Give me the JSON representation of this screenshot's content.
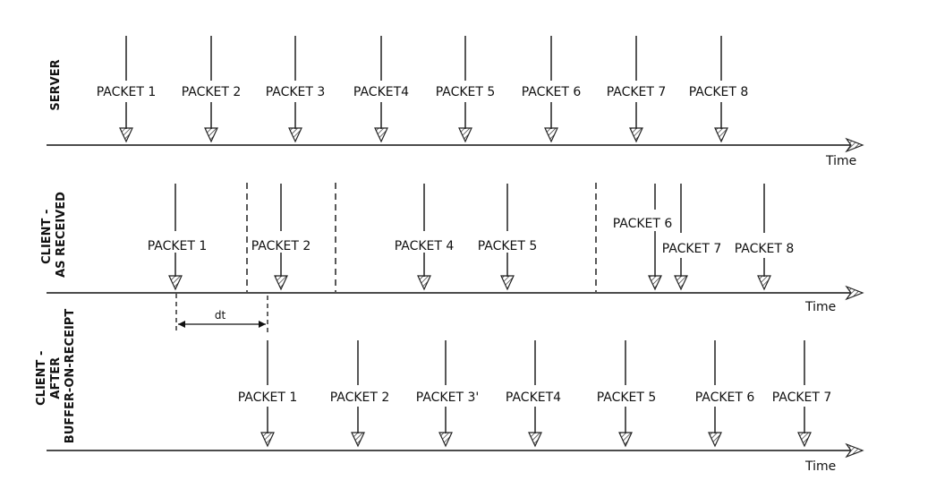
{
  "lanes": [
    {
      "id": "server",
      "side_label": [
        "SERVER"
      ],
      "axis_label": "Time",
      "packets": [
        "PACKET 1",
        "PACKET 2",
        "PACKET 3",
        "PACKET4",
        "PACKET 5",
        "PACKET 6",
        "PACKET 7",
        "PACKET 8"
      ]
    },
    {
      "id": "client-as-received",
      "side_label": [
        "CLIENT -",
        "AS RECEIVED"
      ],
      "axis_label": "Time",
      "packets": [
        "PACKET 1",
        "PACKET 2",
        "PACKET 4",
        "PACKET 5",
        "PACKET 6",
        "PACKET 7",
        "PACKET 8"
      ]
    },
    {
      "id": "client-after-buffer",
      "side_label": [
        "CLIENT -",
        "AFTER",
        "BUFFER-ON-RECEIPT"
      ],
      "axis_label": "Time",
      "packets": [
        "PACKET 1",
        "PACKET 2",
        "PACKET 3'",
        "PACKET4",
        "PACKET 5",
        "PACKET 6",
        "PACKET 7"
      ]
    }
  ],
  "delay_label": "dt"
}
